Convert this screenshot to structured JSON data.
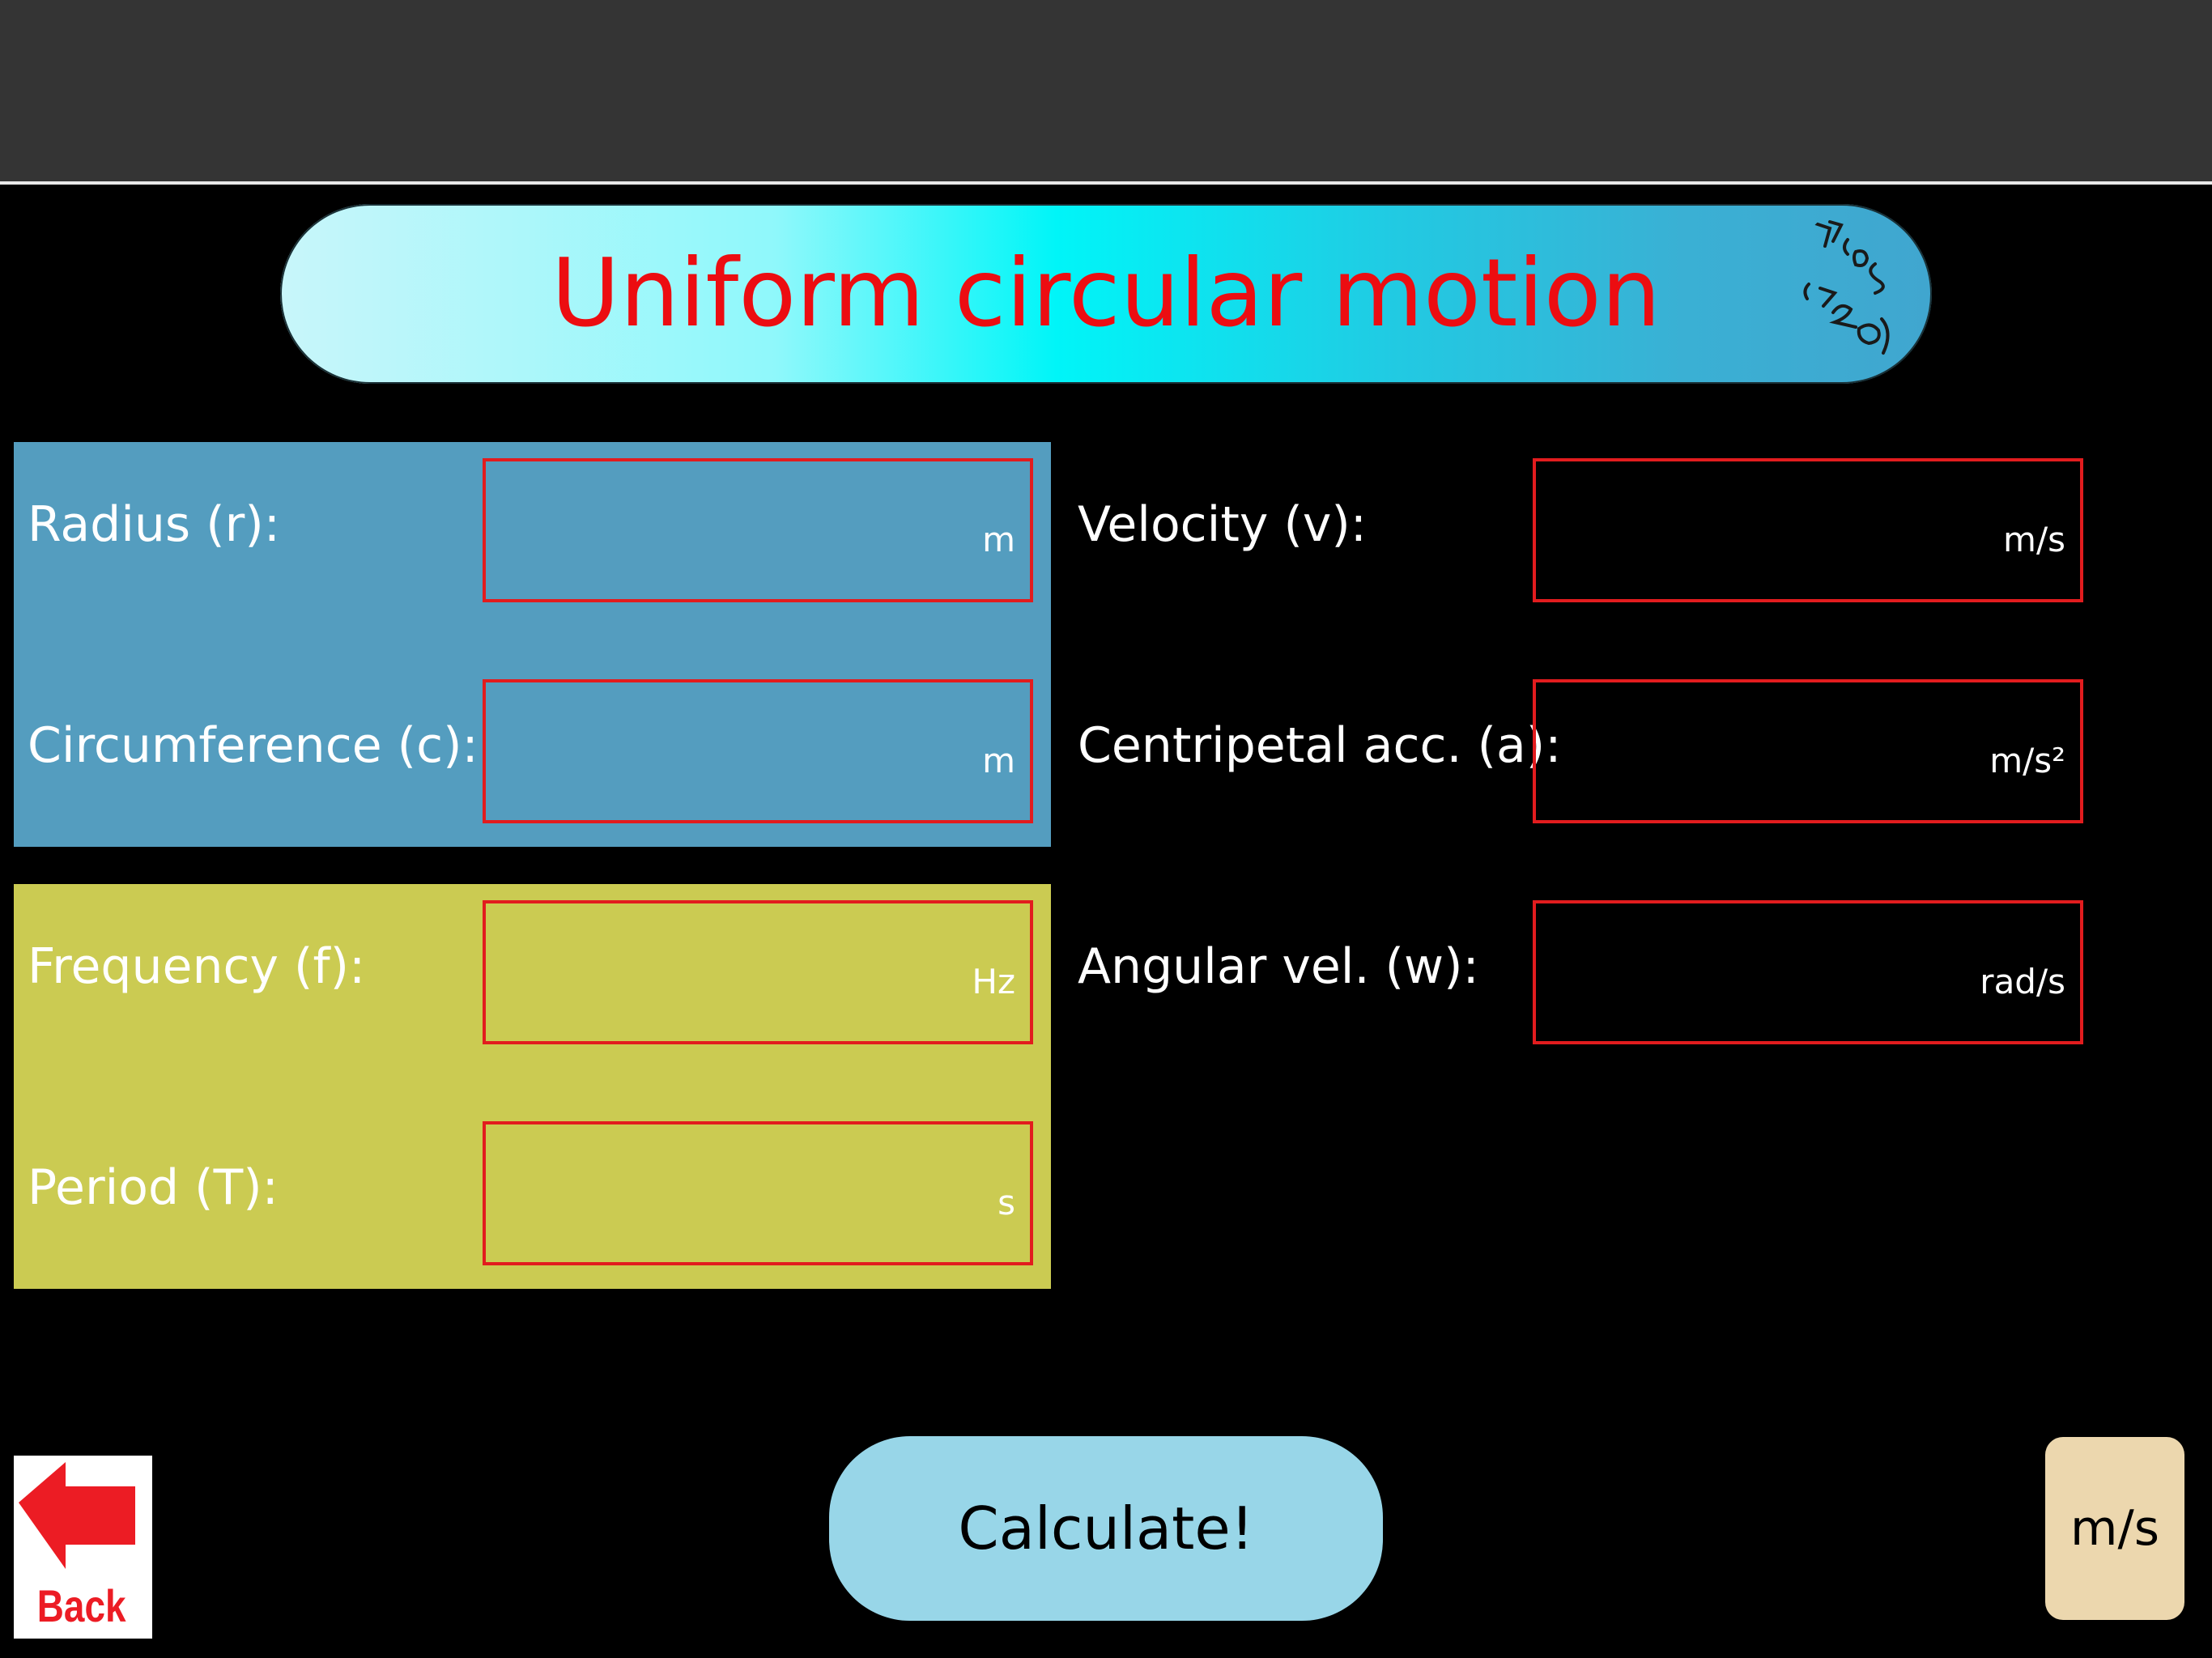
{
  "title": "Uniform circular motion",
  "left_fields": [
    {
      "label": "Radius (r):",
      "unit": "m",
      "value": ""
    },
    {
      "label": "Circumference (c):",
      "unit": "m",
      "value": ""
    },
    {
      "label": "Frequency (f):",
      "unit": "Hz",
      "value": ""
    },
    {
      "label": "Period (T):",
      "unit": "s",
      "value": ""
    }
  ],
  "right_fields": [
    {
      "label": "Velocity (v):",
      "unit": "m/s",
      "value": ""
    },
    {
      "label": "Centripetal acc. (a):",
      "unit": "m/s²",
      "value": ""
    },
    {
      "label": "Angular vel. (w):",
      "unit": "rad/s",
      "value": ""
    }
  ],
  "buttons": {
    "calculate": "Calculate!",
    "unit_toggle": "m/s",
    "back": "Back"
  },
  "icons": {
    "back": "back-arrow-icon",
    "title_logo": "app-logo-icon"
  },
  "colors": {
    "title_text": "#ec0d11",
    "panel_blue": "#549dbf",
    "panel_yellow": "#cbcb52",
    "field_border": "#e21c1e",
    "calculate_button": "#98d6e8",
    "unit_button": "#ecd7ae"
  }
}
